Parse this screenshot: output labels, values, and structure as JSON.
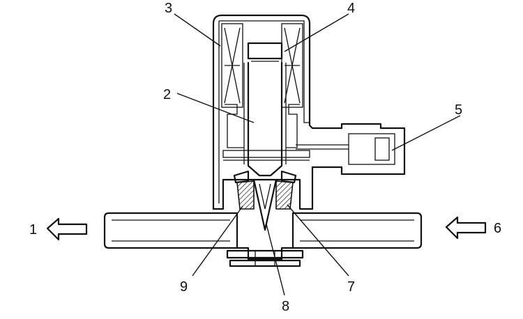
{
  "labels": {
    "l1": "1",
    "l2": "2",
    "l3": "3",
    "l4": "4",
    "l5": "5",
    "l6": "6",
    "l7": "7",
    "l8": "8",
    "l9": "9"
  },
  "icons": {
    "outlet": "arrow-left-icon",
    "inlet": "arrow-left-icon"
  }
}
